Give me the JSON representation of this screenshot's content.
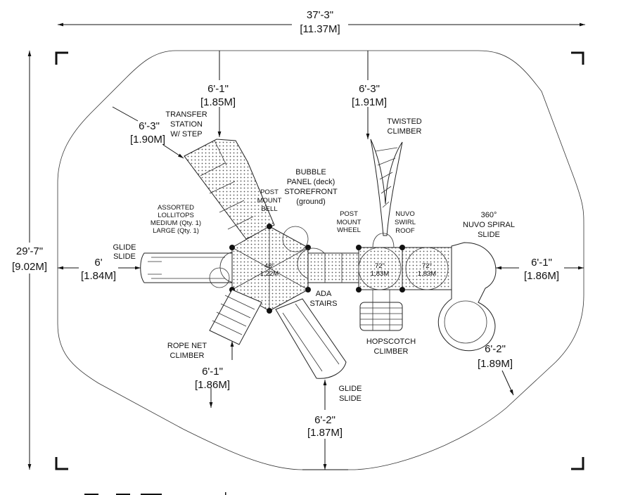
{
  "title": "Playground layout plan",
  "overall": {
    "width": {
      "imperial": "37'-3\"",
      "metric": "[11.37M]"
    },
    "depth": {
      "imperial": "29'-7\"",
      "metric": "[9.02M]"
    }
  },
  "clearances": {
    "top_left": {
      "imperial": "6'-1\"",
      "metric": "[1.85M]"
    },
    "top_right": {
      "imperial": "6'-3\"",
      "metric": "[1.91M]"
    },
    "upper_left_diag": {
      "imperial": "6'-3\"",
      "metric": "[1.90M]"
    },
    "left": {
      "imperial": "6'",
      "metric": "[1.84M]"
    },
    "right": {
      "imperial": "6'-1\"",
      "metric": "[1.86M]"
    },
    "lower_left": {
      "imperial": "6'-1\"",
      "metric": "[1.86M]"
    },
    "lower_right": {
      "imperial": "6'-2\"",
      "metric": "[1.89M]"
    },
    "bottom": {
      "imperial": "6'-2\"",
      "metric": "[1.87M]"
    }
  },
  "labels": {
    "transfer_station": [
      "TRANSFER",
      "STATION",
      "W/ STEP"
    ],
    "twisted_climber": [
      "TWISTED",
      "CLIMBER"
    ],
    "bubble_panel": [
      "BUBBLE",
      "PANEL (deck)",
      "STOREFRONT",
      "(ground)"
    ],
    "post_mount_bell": [
      "POST",
      "MOUNT",
      "BELL"
    ],
    "lollitops": [
      "ASSORTED",
      "LOLLITOPS",
      "MEDIUM (Qty. 1)",
      "LARGE (Qty. 1)"
    ],
    "post_mount_wheel": [
      "POST",
      "MOUNT",
      "WHEEL"
    ],
    "nuvo_swirl_roof": [
      "NUVO",
      "SWIRL",
      "ROOF"
    ],
    "spiral_slide": [
      "360°",
      "NUVO SPIRAL",
      "SLIDE"
    ],
    "glide_slide_left": [
      "GLIDE",
      "SLIDE"
    ],
    "ada_stairs": [
      "ADA",
      "STAIRS"
    ],
    "hopscotch_climber": [
      "HOPSCOTCH",
      "CLIMBER"
    ],
    "rope_net_climber": [
      "ROPE NET",
      "CLIMBER"
    ],
    "glide_slide_bottom": [
      "GLIDE",
      "SLIDE"
    ]
  },
  "decks": [
    {
      "height_in": "48\"",
      "height_m": "1,22M"
    },
    {
      "height_in": "72\"",
      "height_m": "1,83M"
    },
    {
      "height_in": "72\"",
      "height_m": "1,83M"
    }
  ]
}
